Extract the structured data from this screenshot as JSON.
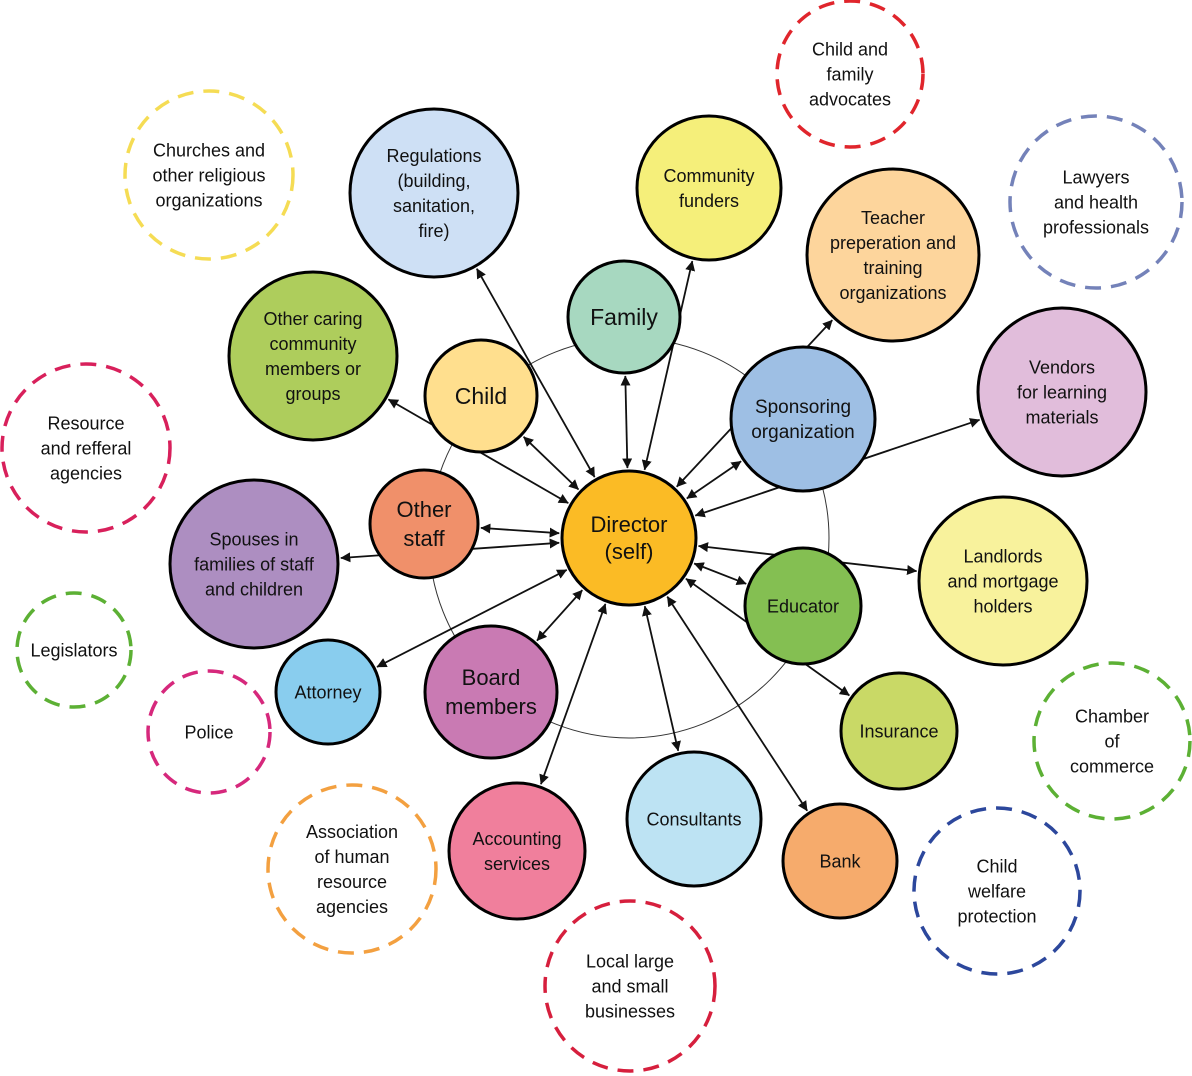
{
  "diagram": {
    "center": {
      "label": [
        "Director",
        "(self)"
      ],
      "color": "#fbbb25"
    },
    "inner_nodes": [
      {
        "id": "family",
        "label": [
          "Family"
        ],
        "color": "#a7d8c0"
      },
      {
        "id": "child",
        "label": [
          "Child"
        ],
        "color": "#ffdf8e"
      },
      {
        "id": "sponsoring",
        "label": [
          "Sponsoring",
          "organization"
        ],
        "color": "#9ebfe4"
      },
      {
        "id": "other-staff",
        "label": [
          "Other",
          "staff"
        ],
        "color": "#f0906a"
      },
      {
        "id": "educator",
        "label": [
          "Educator"
        ],
        "color": "#84bf52"
      },
      {
        "id": "board",
        "label": [
          "Board",
          "members"
        ],
        "color": "#c97ab3"
      }
    ],
    "outer_nodes": [
      {
        "id": "regulations",
        "label": [
          "Regulations",
          "(building,",
          "sanitation,",
          "fire)"
        ],
        "color": "#cee0f5"
      },
      {
        "id": "community-funders",
        "label": [
          "Community",
          "funders"
        ],
        "color": "#f5ef7a"
      },
      {
        "id": "teacher-prep",
        "label": [
          "Teacher",
          "preperation and",
          "training",
          "organizations"
        ],
        "color": "#fdd59c"
      },
      {
        "id": "vendors",
        "label": [
          "Vendors",
          "for learning",
          "materials"
        ],
        "color": "#e1bddb"
      },
      {
        "id": "landlords",
        "label": [
          "Landlords",
          "and mortgage",
          "holders"
        ],
        "color": "#f8f29c"
      },
      {
        "id": "insurance",
        "label": [
          "Insurance"
        ],
        "color": "#c9d966"
      },
      {
        "id": "bank",
        "label": [
          "Bank"
        ],
        "color": "#f6ab6c"
      },
      {
        "id": "consultants",
        "label": [
          "Consultants"
        ],
        "color": "#bde3f3"
      },
      {
        "id": "accounting",
        "label": [
          "Accounting",
          "services"
        ],
        "color": "#f07f9c"
      },
      {
        "id": "attorney",
        "label": [
          "Attorney"
        ],
        "color": "#89cdee"
      },
      {
        "id": "spouses",
        "label": [
          "Spouses in",
          "families of staff",
          "and children"
        ],
        "color": "#ad8ec1"
      },
      {
        "id": "other-caring",
        "label": [
          "Other caring",
          "community",
          "members or",
          "groups"
        ],
        "color": "#aecd5c"
      }
    ],
    "dashed_nodes": [
      {
        "id": "churches",
        "label": [
          "Churches and",
          "other religious",
          "organizations"
        ],
        "color": "#f5dc54"
      },
      {
        "id": "child-advocates",
        "label": [
          "Child and",
          "family",
          "advocates"
        ],
        "color": "#e0252c"
      },
      {
        "id": "lawyers",
        "label": [
          "Lawyers",
          "and health",
          "professionals"
        ],
        "color": "#7482b9"
      },
      {
        "id": "resource-referral",
        "label": [
          "Resource",
          "and refferal",
          "agencies"
        ],
        "color": "#d8205b"
      },
      {
        "id": "legislators",
        "label": [
          "Legislators"
        ],
        "color": "#5cb034"
      },
      {
        "id": "police",
        "label": [
          "Police"
        ],
        "color": "#d6287c"
      },
      {
        "id": "chamber",
        "label": [
          "Chamber",
          "of",
          "commerce"
        ],
        "color": "#5cb034"
      },
      {
        "id": "child-welfare",
        "label": [
          "Child",
          "welfare",
          "protection"
        ],
        "color": "#2c479c"
      },
      {
        "id": "hr-agencies",
        "label": [
          "Association",
          "of human",
          "resource",
          "agencies"
        ],
        "color": "#f3a040"
      },
      {
        "id": "local-businesses",
        "label": [
          "Local large",
          "and small",
          "businesses"
        ],
        "color": "#d61f3d"
      }
    ]
  }
}
